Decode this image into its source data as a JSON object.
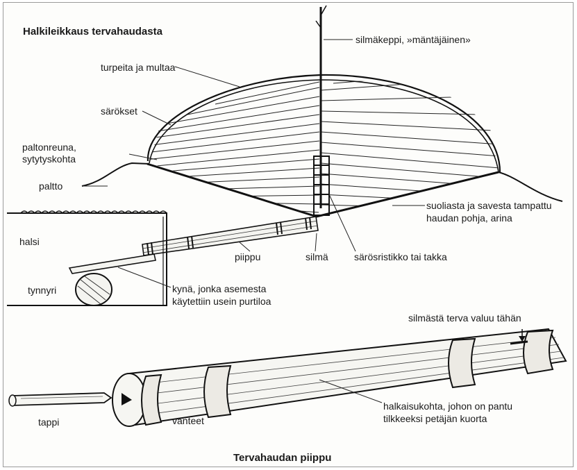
{
  "title_top": "Halkileikkaus tervahaudasta",
  "title_bottom": "Tervahaudan piippu",
  "labels": {
    "silmakeppi": "silmäkeppi, »mäntäjäinen»",
    "turpeita": "turpeita ja multaa",
    "sarokset": "särökset",
    "paltonreuna_1": "paltonreuna,",
    "paltonreuna_2": "sytytyskohta",
    "paltto": "paltto",
    "suoliasta_1": "suoliasta ja savesta tampattu",
    "suoliasta_2": "haudan pohja, arina",
    "halsi": "halsi",
    "piippu": "piippu",
    "silma": "silmä",
    "sarosristikko": "särösristikko tai takka",
    "tynnyri": "tynnyri",
    "kyna_1": "kynä, jonka asemesta",
    "kyna_2": "käytettiin usein purtiloa",
    "silmasta": "silmästä terva valuu tähän",
    "tappi": "tappi",
    "vanteet": "vanteet",
    "halkaisu_1": "halkaisukohta, johon on pantu",
    "halkaisu_2": "tilkkeeksi petäjän kuorta"
  }
}
